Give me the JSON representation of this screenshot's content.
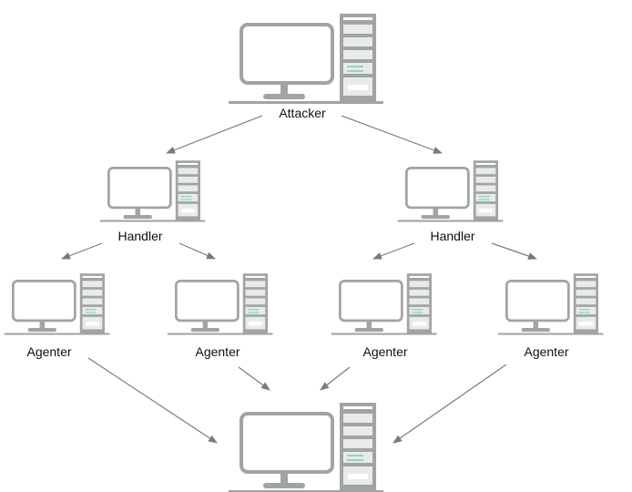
{
  "nodes": {
    "attacker": {
      "label": "Attacker"
    },
    "handler_left": {
      "label": "Handler"
    },
    "handler_right": {
      "label": "Handler"
    },
    "agent_1": {
      "label": "Agenter"
    },
    "agent_2": {
      "label": "Agenter"
    },
    "agent_3": {
      "label": "Agenter"
    },
    "agent_4": {
      "label": "Agenter"
    },
    "target": {
      "label": ""
    }
  },
  "colors": {
    "device": "#9fa3a2",
    "accent": "#8fd6c4",
    "arrow": "#7a7a7a",
    "text": "#111111"
  },
  "icons": {
    "computer": "computer-icon",
    "arrow": "arrow-icon"
  }
}
